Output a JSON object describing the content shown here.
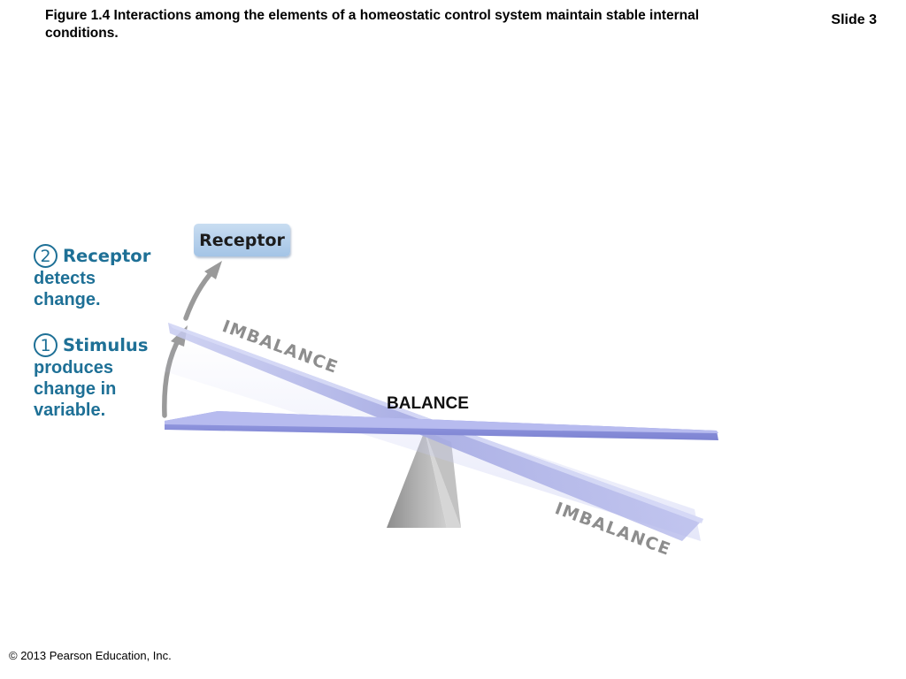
{
  "slide": {
    "caption": "Figure 1.4  Interactions among the elements of a homeostatic control system maintain stable internal conditions.",
    "number_label": "Slide 3",
    "copyright": "© 2013 Pearson Education, Inc."
  },
  "diagram": {
    "receptor_box_label": "Receptor",
    "steps": [
      {
        "number": "2",
        "title": "Receptor",
        "description": "detects change."
      },
      {
        "number": "1",
        "title": "Stimulus",
        "description": "produces change in variable."
      }
    ],
    "seesaw": {
      "balance_label": "BALANCE",
      "imbalance_upper_label": "IMBALANCE",
      "imbalance_lower_label": "IMBALANCE"
    },
    "colors": {
      "step_text": "#1e7096",
      "beam": "#8a90d8",
      "receptor_box": "#a9c8e8",
      "fulcrum": "#a7a7a7",
      "arrow": "#9a9a9a"
    },
    "icons": [
      "curved-arrow-icon"
    ]
  }
}
